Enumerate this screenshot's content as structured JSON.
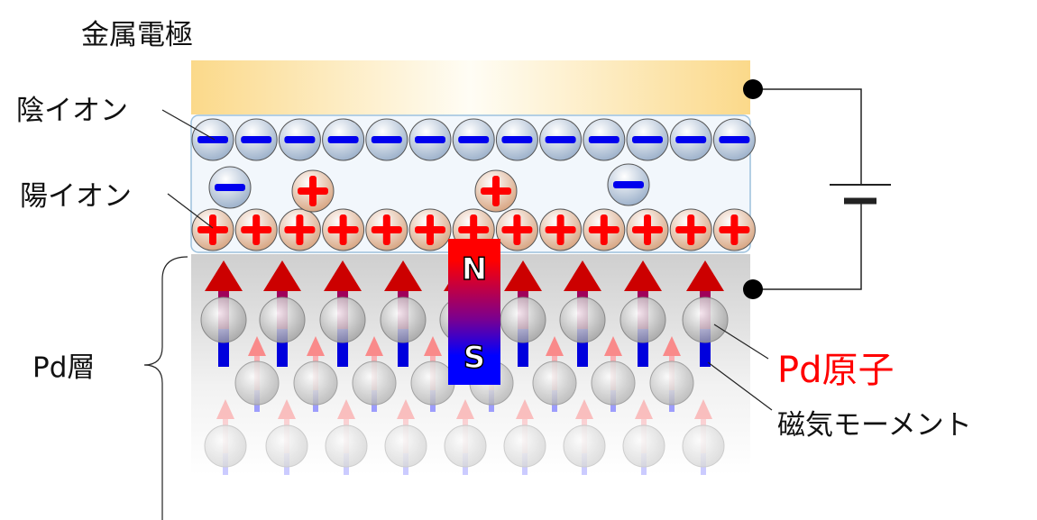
{
  "labels": {
    "electrode": "金属電極",
    "anion": "陰イオン",
    "cation": "陽イオン",
    "pd_layer": "Pd層",
    "pd_atom": "Pd原子",
    "magnetic_moment": "磁気モーメント"
  },
  "ions": {
    "negative_symbol": "−",
    "positive_symbol": "+"
  },
  "magnet": {
    "north": "N",
    "south": "S"
  },
  "colors": {
    "negative": "#0000ee",
    "positive": "#ff0000",
    "pd_atom_label": "#ff0000",
    "arrow_up": "#cc0000",
    "arrow_down": "#0000dd"
  }
}
